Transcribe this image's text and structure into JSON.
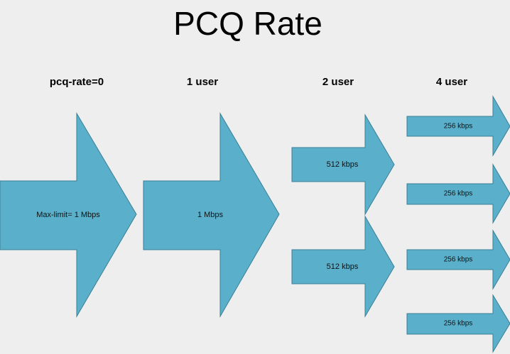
{
  "title": "PCQ Rate",
  "columns": [
    {
      "header": "pcq-rate=0",
      "arrows": [
        "Max-limit= 1 Mbps"
      ]
    },
    {
      "header": "1 user",
      "arrows": [
        "1 Mbps"
      ]
    },
    {
      "header": "2 user",
      "arrows": [
        "512 kbps",
        "512 kbps"
      ]
    },
    {
      "header": "4 user",
      "arrows": [
        "256 kbps",
        "256 kbps",
        "256 kbps",
        "256 kbps"
      ]
    }
  ],
  "colors": {
    "arrow_fill": "#5ab0cb",
    "arrow_stroke": "#3a7f95",
    "background": "#eeeeee"
  }
}
